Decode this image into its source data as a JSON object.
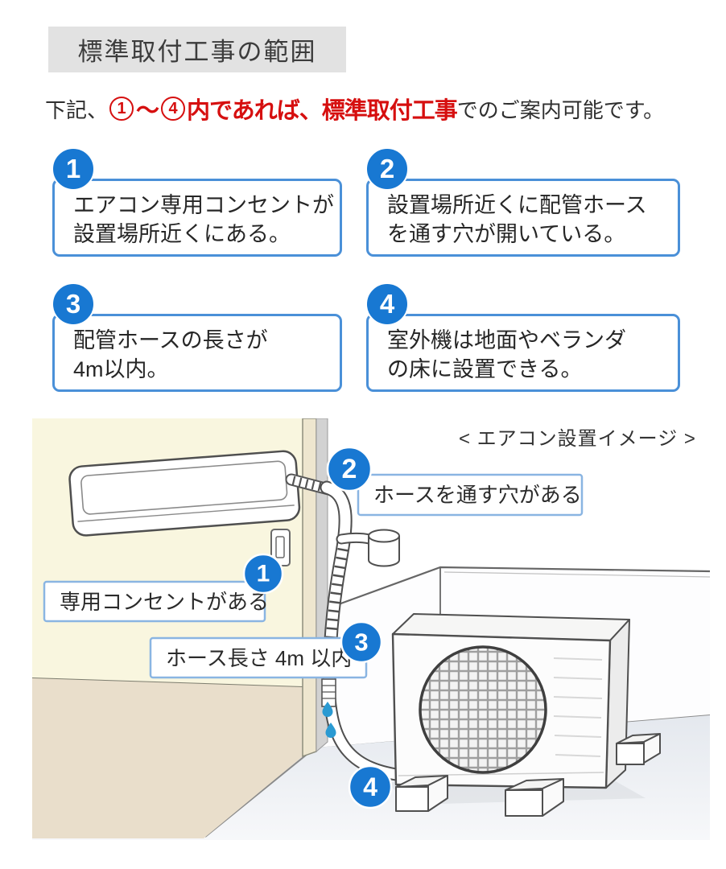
{
  "title": "標準取付工事の範囲",
  "subtitle": {
    "prefix": "下記、",
    "num_start": "1",
    "tilde": "〜",
    "num_end": "4",
    "emphasis": "内であれば、標準取付工事",
    "suffix": "でのご案内可能です。"
  },
  "conditions": [
    {
      "num": "1",
      "line1": "エアコン専用コンセントが",
      "line2": "設置場所近くにある。"
    },
    {
      "num": "2",
      "line1": "設置場所近くに配管ホース",
      "line2": "を通す穴が開いている。"
    },
    {
      "num": "3",
      "line1": "配管ホースの長さが",
      "line2": "4m以内。"
    },
    {
      "num": "4",
      "line1": "室外機は地面やベランダ",
      "line2": "の床に設置できる。"
    }
  ],
  "diagram": {
    "caption": "< エアコン設置イメージ >",
    "callouts": [
      {
        "num": "2",
        "text": "ホースを通す穴がある"
      },
      {
        "num": "1",
        "text": "専用コンセントがある"
      },
      {
        "num": "3",
        "text": "ホース長さ 4m 以内"
      },
      {
        "num": "4",
        "text": ""
      }
    ]
  },
  "colors": {
    "badge_blue": "#1878d2",
    "box_border_blue": "#4a90d8",
    "callout_border_blue": "#8ab5e2",
    "emphasis_red": "#d60f0f",
    "wall_cream": "#f9f6df",
    "wall_tan": "#e9decb",
    "title_bg": "#e2e2e2",
    "ground_gray": "#e7eaef",
    "water_drop_blue": "#2a9ad2"
  }
}
